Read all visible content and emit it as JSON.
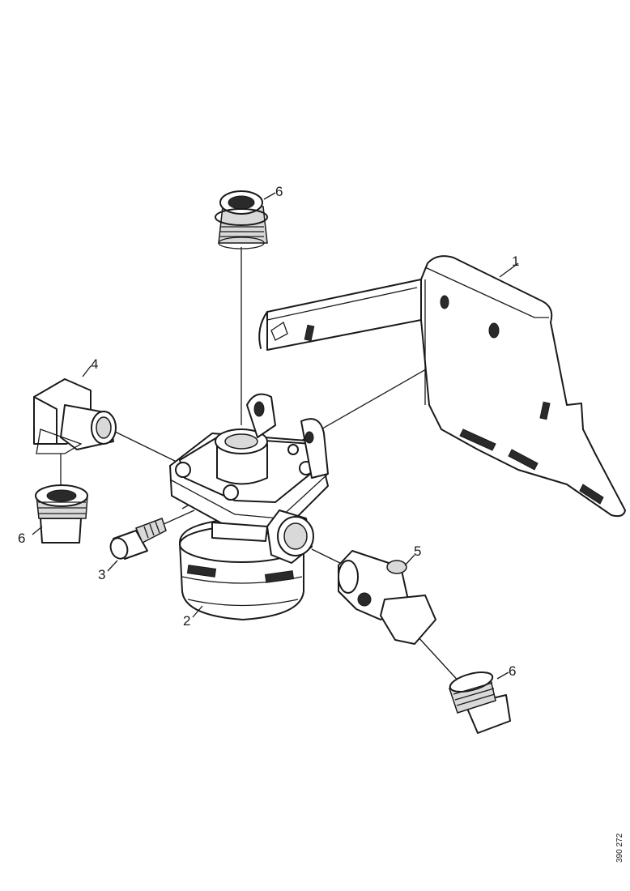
{
  "callouts": [
    {
      "id": "c1",
      "text": "1"
    },
    {
      "id": "c2",
      "text": "2"
    },
    {
      "id": "c3",
      "text": "3"
    },
    {
      "id": "c4",
      "text": "4"
    },
    {
      "id": "c5",
      "text": "5"
    },
    {
      "id": "c6a",
      "text": "6"
    },
    {
      "id": "c6b",
      "text": "6"
    },
    {
      "id": "c6c",
      "text": "6"
    }
  ],
  "reference_number": "390 272"
}
